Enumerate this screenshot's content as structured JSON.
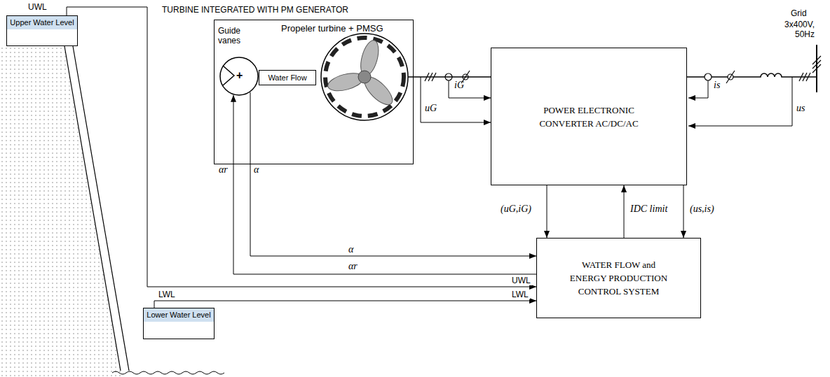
{
  "diagram": {
    "nodes": [
      {
        "text": [
          "Upper Water Level"
        ]
      },
      {
        "text": [
          "TURBINE INTEGRATED WITH PM GENERATOR",
          "Propeler turbine + PMSG"
        ]
      },
      {
        "text": [
          "Guide vanes"
        ],
        "in": 1
      },
      {
        "text": [
          "Water Flow"
        ],
        "in": 1
      },
      {
        "text": [
          "POWER ELECTRONIC CONVERTER AC/DC/AC"
        ]
      },
      {
        "text": [
          "WATER FLOW and ENERGY PRODUCTION CONTROL SYSTEM"
        ]
      },
      {
        "text": [
          "Lower Water Level"
        ]
      }
    ],
    "edges": [
      {
        "from": 1,
        "to": 4,
        "arrow": "none"
      },
      {
        "from": 4,
        "to": 5,
        "arrow": "to",
        "label": "(uG,iG)"
      },
      {
        "from": 5,
        "to": 4,
        "arrow": "to",
        "label": "IDC limit"
      },
      {
        "from": 4,
        "to": 5,
        "arrow": "to",
        "label": "(us,is)"
      },
      {
        "from": 2,
        "to": 5,
        "arrow": "to",
        "label": "α"
      },
      {
        "from": 5,
        "to": 2,
        "arrow": "to",
        "label": "αr"
      },
      {
        "from": 0,
        "to": 5,
        "arrow": "to",
        "label": "UWL"
      },
      {
        "from": 6,
        "to": 5,
        "arrow": "to",
        "label": "LWL"
      }
    ],
    "labels": [
      "UWL",
      "+",
      "αr",
      "α",
      "uG",
      "iG",
      "is",
      "us",
      "Grid",
      "3x400V, 50Hz",
      "LWL"
    ]
  }
}
